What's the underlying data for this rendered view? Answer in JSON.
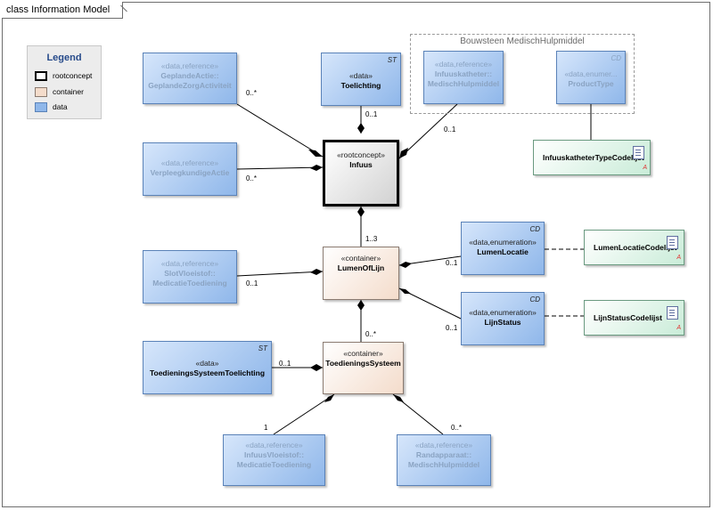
{
  "frame": {
    "title": "class Information Model"
  },
  "legend": {
    "title": "Legend",
    "items": [
      {
        "label": "rootconcept",
        "color": "#ffffff"
      },
      {
        "label": "container",
        "color": "#f4dccb"
      },
      {
        "label": "data",
        "color": "#8fb7ea"
      }
    ]
  },
  "package": {
    "label": "Bouwsteen MedischHulpmiddel"
  },
  "nodes": {
    "geplandeactie": {
      "stereotype": "«data,reference»",
      "name1": "GeplandeActie::",
      "name2": "GeplandeZorgActiviteit"
    },
    "toelichting": {
      "stereotype": "«data»",
      "name1": "Toelichting",
      "tag": "ST"
    },
    "infuuskatheter": {
      "stereotype": "«data,reference»",
      "name1": "Infuuskatheter::",
      "name2": "MedischHulpmiddel"
    },
    "producttype": {
      "stereotype": "«data,enumer...",
      "name1": "ProductType",
      "tag": "CD"
    },
    "infuuskathetertypecodelijst": {
      "name1": "InfuuskatheterTypeCodelijst",
      "mark": "A"
    },
    "verpleegkundigeactie": {
      "stereotype": "«data,reference»",
      "name1": "VerpleegkundigeActie"
    },
    "infuus": {
      "stereotype": "«rootconcept»",
      "name1": "Infuus"
    },
    "slotvloeistof": {
      "stereotype": "«data,reference»",
      "name1": "SlotVloeistof::",
      "name2": "MedicatieToediening"
    },
    "lumenoflijn": {
      "stereotype": "«container»",
      "name1": "LumenOfLijn"
    },
    "lumenlocatie": {
      "stereotype": "«data,enumeration»",
      "name1": "LumenLocatie",
      "tag": "CD"
    },
    "lumenlocatiecodelijst": {
      "name1": "LumenLocatieCodelijst",
      "mark": "A"
    },
    "lijnstatus": {
      "stereotype": "«data,enumeration»",
      "name1": "LijnStatus",
      "tag": "CD"
    },
    "lijnstatuscodelijst": {
      "name1": "LijnStatusCodelijst",
      "mark": "A"
    },
    "toedieningssysteemtoelichting": {
      "stereotype": "«data»",
      "name1": "ToedieningsSysteemToelichting",
      "tag": "ST"
    },
    "toedieningssysteem": {
      "stereotype": "«container»",
      "name1": "ToedieningsSysteem"
    },
    "infuusvloeistof": {
      "stereotype": "«data,reference»",
      "name1": "InfuusVloeistof::",
      "name2": "MedicatieToediening"
    },
    "randapparaat": {
      "stereotype": "«data,reference»",
      "name1": "Randapparaat::",
      "name2": "MedischHulpmiddel"
    }
  },
  "multiplicities": {
    "geplandeactie": "0..*",
    "toelichting": "0..1",
    "infuuskatheter": "0..1",
    "verpleegkundigeactie": "0..*",
    "lumenoflijn": "1..3",
    "slotvloeistof": "0..1",
    "lumenlocatie": "0..1",
    "lijnstatus": "0..1",
    "toedieningssysteem": "0..*",
    "toedieningssysteemtoelichting": "0..1",
    "infuusvloeistof": "1",
    "randapparaat": "0..*"
  }
}
